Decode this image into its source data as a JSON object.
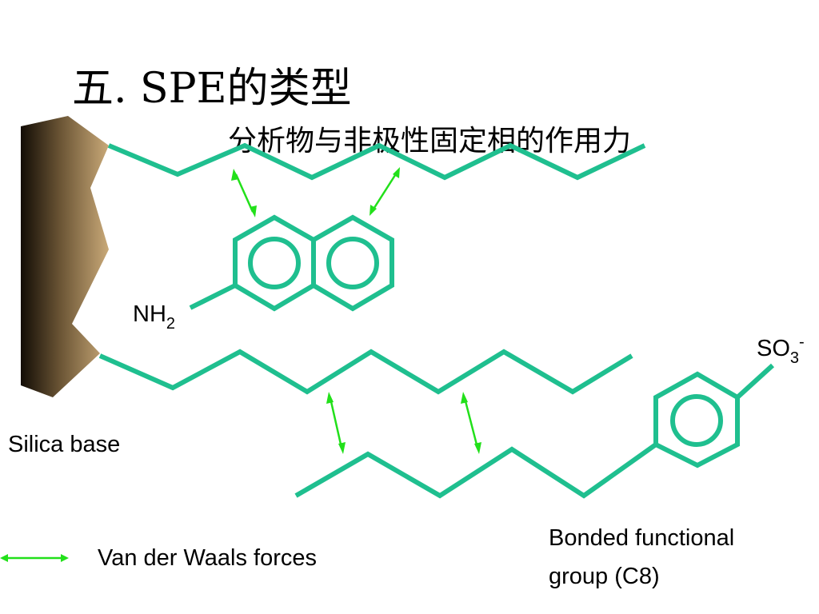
{
  "title": "五. SPE的类型",
  "subtitle": "分析物与非极性固定相的作用力",
  "labels": {
    "amine_base": "NH",
    "amine_sub": "2",
    "sulfonate_base": "SO",
    "sulfonate_sub": "3",
    "sulfonate_charge": "-",
    "silica": "Silica base",
    "bonded_line1": "Bonded functional",
    "bonded_line2": "group (C8)",
    "legend": "Van der Waals forces"
  },
  "colors": {
    "chain": "#1fbf8f",
    "arrow": "#22e01a",
    "silica_dark": "#1a1208",
    "silica_light": "#c8a877"
  }
}
